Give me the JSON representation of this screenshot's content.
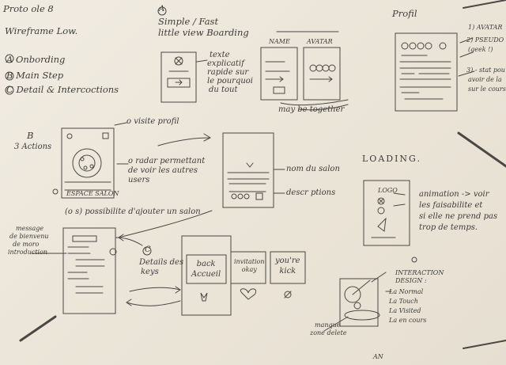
{
  "header": {
    "line1": "Proto ole 8",
    "line2": "Wireframe Low."
  },
  "steps": [
    "A  Onbording",
    "B  Main Step",
    "C  Detail & Intercoctions"
  ],
  "sectionA": {
    "marker": "A",
    "title1": "Simple / Fast",
    "title2": "little view Boarding",
    "note": [
      "texte",
      "explicatif",
      "rapide sur",
      "le pourquoi",
      "du tout"
    ],
    "name_label": "NAME",
    "avatar_label": "AVATAR",
    "together_note": "may be together"
  },
  "profil": {
    "title": "Profil",
    "notes": [
      "1) AVATAR",
      "2) PSEUDO",
      "(geek !)",
      "3) - stat pou",
      "avoir de la",
      "sur le cours"
    ]
  },
  "sectionB": {
    "marker": "B",
    "label": "3 Actions",
    "visitor_note": "o visite profil",
    "radar_note": [
      "o radar permettant",
      "de voir les autres",
      "users"
    ],
    "add_note": "(o s) possibilite d'ajouter un salon",
    "espace_label": "ESPACE SALON",
    "salon_note": "nom du salon",
    "desc_note": "descr ptions"
  },
  "loading": {
    "title": "LOADING.",
    "logo": "LOGO",
    "note": [
      "animation -> voir",
      "les faisabilite et",
      "si elle ne prend pas",
      "trop de temps."
    ]
  },
  "sectionC": {
    "marker": "C",
    "label": [
      "Details des",
      "keys"
    ],
    "message_note": [
      "message",
      "de bienvenu",
      "de moro",
      "introduction"
    ],
    "cards": [
      "back\nAccueil",
      "invitation\nokay",
      "you're\nkick"
    ],
    "interaction_title": [
      "INTERACTION",
      "DESIGN :"
    ],
    "states": [
      "La Normal",
      "La Touch",
      "La Visited",
      "La en cours"
    ],
    "bottom_note": [
      "manque",
      "zone delete"
    ]
  },
  "page_number": "AN"
}
